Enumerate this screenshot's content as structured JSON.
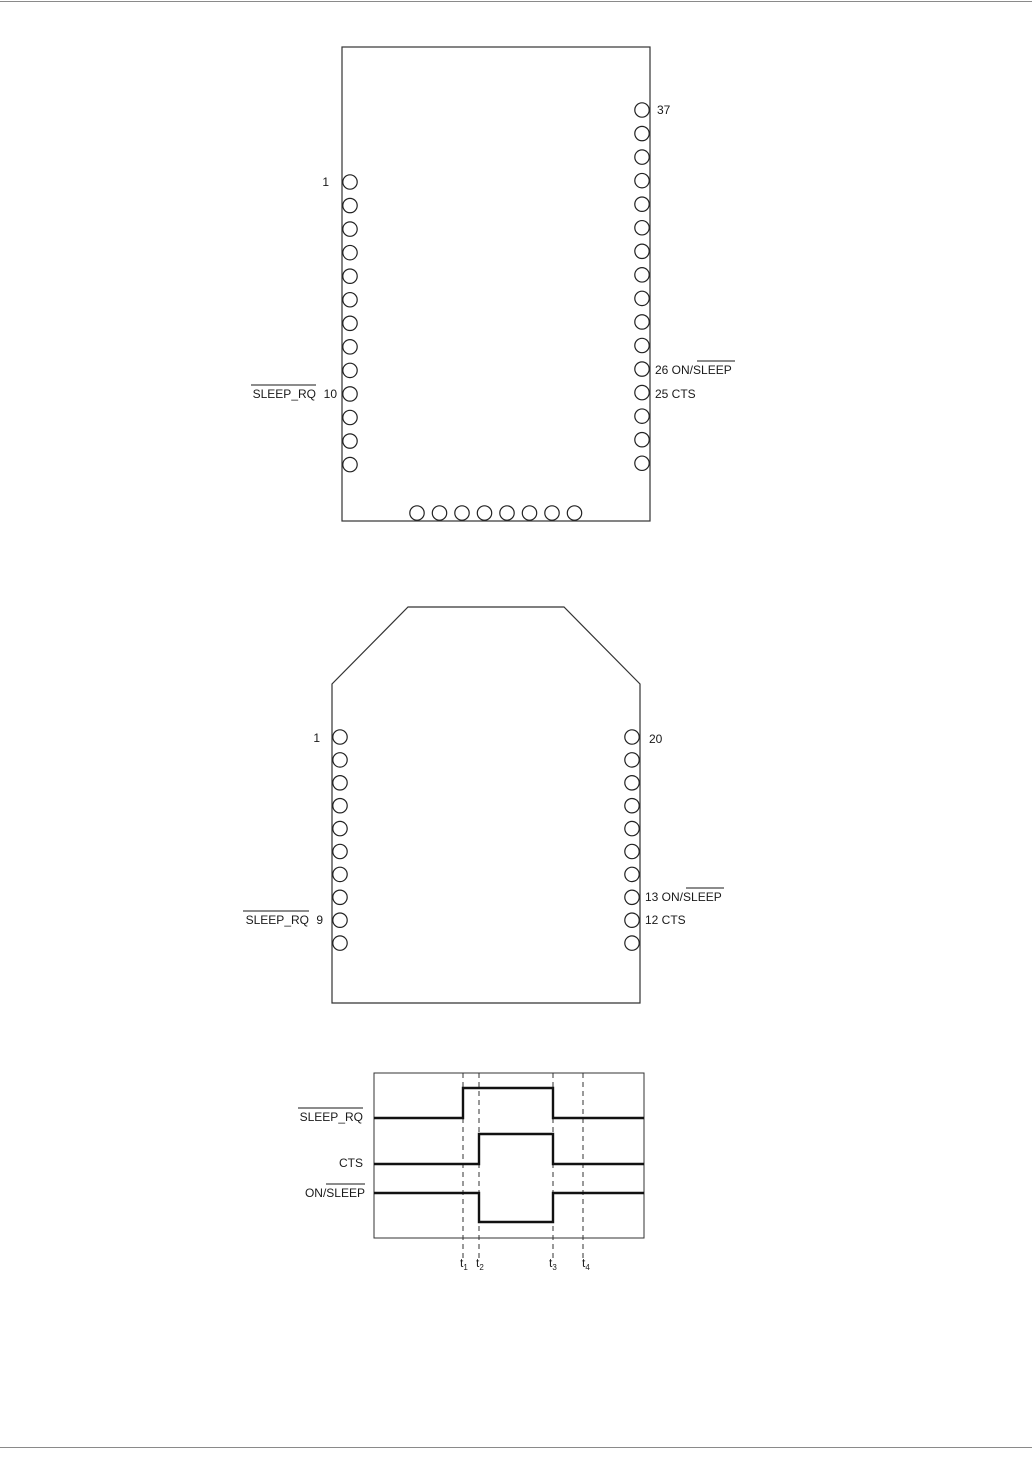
{
  "module_large": {
    "pin_1_label": "1",
    "pin_37_label": "37",
    "pin_10_label": "10",
    "pin_10_signal": "SLEEP_RQ",
    "pin_26_label": "26 ON/",
    "pin_26_signal_overlined": "SLEEP",
    "pin_25_label": "25 CTS"
  },
  "module_small": {
    "pin_1_label": "1",
    "pin_20_label": "20",
    "pin_9_label": "9",
    "pin_9_signal": "SLEEP_RQ",
    "pin_13_label": "13 ON/",
    "pin_13_signal_overlined": "SLEEP",
    "pin_12_label": "12 CTS"
  },
  "timing": {
    "signals": [
      {
        "name": "SLEEP_RQ",
        "overline": true
      },
      {
        "name": "CTS",
        "overline": false
      },
      {
        "name_prefix": "ON/",
        "name": "SLEEP",
        "overline": true
      }
    ],
    "markers": [
      {
        "letter": "t",
        "index": "1"
      },
      {
        "letter": "t",
        "index": "2"
      },
      {
        "letter": "t",
        "index": "3"
      },
      {
        "letter": "t",
        "index": "4"
      }
    ]
  }
}
